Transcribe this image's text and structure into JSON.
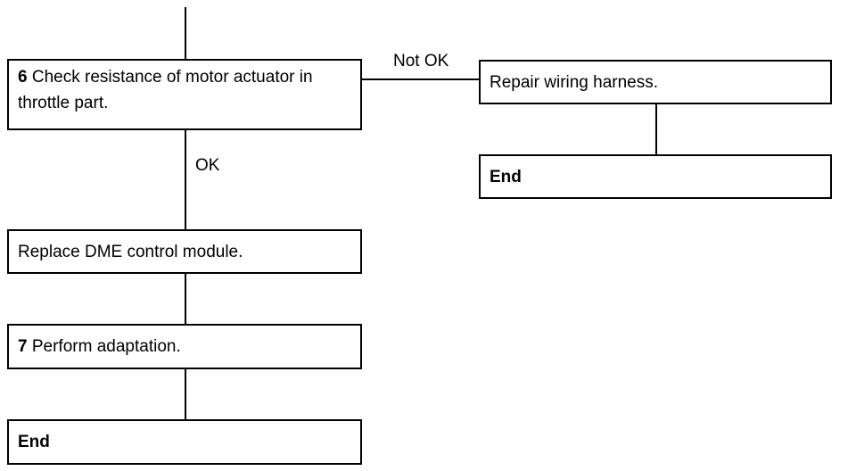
{
  "flowchart": {
    "step6": {
      "number": "6",
      "text": "Check resistance of motor actuator in throttle part."
    },
    "repair": {
      "text": "Repair wiring harness."
    },
    "end_right": {
      "text": "End"
    },
    "replace": {
      "text": "Replace DME control module."
    },
    "step7": {
      "number": "7",
      "text": "Perform adaptation."
    },
    "end_bottom": {
      "text": "End"
    },
    "labels": {
      "not_ok": "Not OK",
      "ok": "OK"
    }
  }
}
